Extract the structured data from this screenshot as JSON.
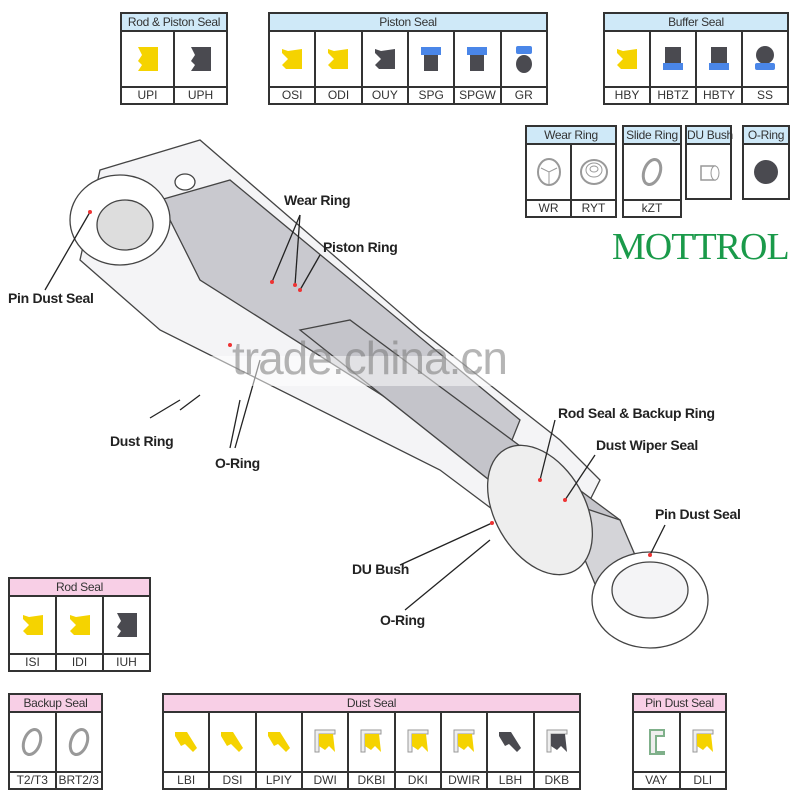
{
  "logo_text": "MOTTROL",
  "watermark": "trade.china.cn",
  "colors": {
    "yellow": "#f5d300",
    "dark": "#4a4a50",
    "blue": "#4a86e8",
    "outline": "#999999"
  },
  "tables": [
    {
      "id": "rod-piston-seal",
      "title": "Rod & Piston Seal",
      "theme": "blue",
      "items": [
        {
          "label": "UPI",
          "icon": "u-seal",
          "color": "yellow"
        },
        {
          "label": "UPH",
          "icon": "u-seal",
          "color": "dark"
        }
      ]
    },
    {
      "id": "piston-seal",
      "title": "Piston Seal",
      "theme": "blue",
      "items": [
        {
          "label": "OSI",
          "icon": "lip-seal",
          "color": "yellow"
        },
        {
          "label": "ODI",
          "icon": "lip-seal",
          "color": "yellow"
        },
        {
          "label": "OUY",
          "icon": "lip-seal",
          "color": "dark"
        },
        {
          "label": "SPG",
          "icon": "cap-seal",
          "color": "dark"
        },
        {
          "label": "SPGW",
          "icon": "cap-seal",
          "color": "dark"
        },
        {
          "label": "GR",
          "icon": "ring-cap",
          "color": "dark"
        }
      ]
    },
    {
      "id": "buffer-seal",
      "title": "Buffer Seal",
      "theme": "blue",
      "items": [
        {
          "label": "HBY",
          "icon": "lip-seal",
          "color": "yellow"
        },
        {
          "label": "HBTZ",
          "icon": "cap-seal-inv",
          "color": "dark"
        },
        {
          "label": "HBTY",
          "icon": "cap-seal-inv",
          "color": "dark"
        },
        {
          "label": "SS",
          "icon": "ring-cap-inv",
          "color": "dark"
        }
      ]
    },
    {
      "id": "wear-ring",
      "title": "Wear Ring",
      "theme": "blue",
      "items": [
        {
          "label": "WR",
          "icon": "ring-outline"
        },
        {
          "label": "RYT",
          "icon": "coil-outline"
        }
      ]
    },
    {
      "id": "slide-ring",
      "title": "Slide Ring",
      "theme": "blue",
      "items": [
        {
          "label": "kZT",
          "icon": "ring-thin"
        }
      ]
    },
    {
      "id": "du-bush",
      "title": "DU Bush",
      "theme": "blue",
      "items": [
        {
          "label": "",
          "icon": "bush-outline"
        }
      ]
    },
    {
      "id": "o-ring",
      "title": "O-Ring",
      "theme": "blue",
      "items": [
        {
          "label": "",
          "icon": "disc",
          "color": "dark"
        }
      ]
    },
    {
      "id": "rod-seal",
      "title": "Rod Seal",
      "theme": "pink",
      "items": [
        {
          "label": "ISI",
          "icon": "lip-seal",
          "color": "yellow"
        },
        {
          "label": "IDI",
          "icon": "lip-seal",
          "color": "yellow"
        },
        {
          "label": "IUH",
          "icon": "u-seal",
          "color": "dark"
        }
      ]
    },
    {
      "id": "backup-seal",
      "title": "Backup Seal",
      "theme": "pink",
      "items": [
        {
          "label": "T2/T3",
          "icon": "ring-thin"
        },
        {
          "label": "BRT2/3",
          "icon": "ring-thin"
        }
      ]
    },
    {
      "id": "dust-seal",
      "title": "Dust Seal",
      "theme": "pink",
      "items": [
        {
          "label": "LBI",
          "icon": "wiper",
          "color": "yellow"
        },
        {
          "label": "DSI",
          "icon": "wiper",
          "color": "yellow"
        },
        {
          "label": "LPIY",
          "icon": "wiper",
          "color": "yellow"
        },
        {
          "label": "DWI",
          "icon": "wiper-case",
          "color": "yellow"
        },
        {
          "label": "DKBI",
          "icon": "wiper-case",
          "color": "yellow"
        },
        {
          "label": "DKI",
          "icon": "wiper-case",
          "color": "yellow"
        },
        {
          "label": "DWIR",
          "icon": "wiper-case",
          "color": "yellow"
        },
        {
          "label": "LBH",
          "icon": "wiper",
          "color": "dark"
        },
        {
          "label": "DKB",
          "icon": "wiper-case",
          "color": "dark"
        }
      ]
    },
    {
      "id": "pin-dust-seal",
      "title": "Pin Dust Seal",
      "theme": "pink",
      "items": [
        {
          "label": "VAY",
          "icon": "pin-case",
          "color": "green"
        },
        {
          "label": "DLI",
          "icon": "wiper-case",
          "color": "yellow"
        }
      ]
    }
  ],
  "callouts": {
    "wear_ring": "Wear Ring",
    "piston_ring": "Piston Ring",
    "pin_dust_seal_left": "Pin Dust Seal",
    "dust_ring": "Dust Ring",
    "o_ring_left": "O-Ring",
    "rod_seal_backup": "Rod Seal & Backup Ring",
    "dust_wiper_seal": "Dust Wiper Seal",
    "pin_dust_seal_right": "Pin Dust Seal",
    "du_bush": "DU Bush",
    "o_ring_bottom": "O-Ring"
  }
}
